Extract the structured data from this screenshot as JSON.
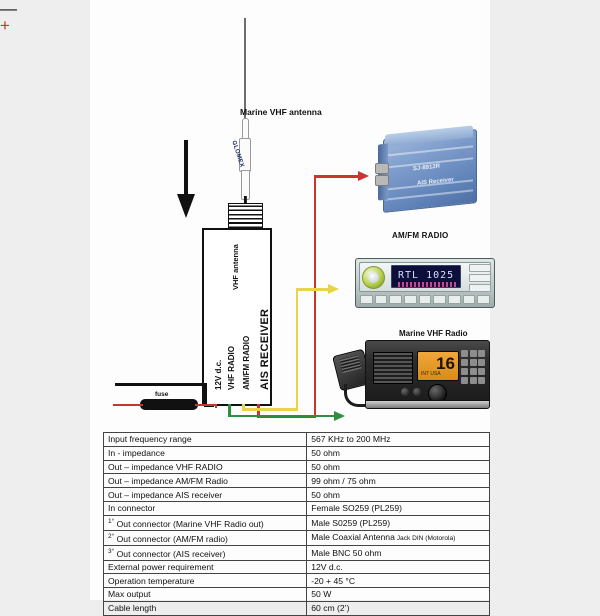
{
  "diagram": {
    "labels": {
      "marine_vhf_antenna": "Marine VHF antenna",
      "amfm_radio": "AM/FM RADIO",
      "marine_vhf_radio": "Marine VHF Radio",
      "fuse": "fuse",
      "plus": "+",
      "minus": "—"
    },
    "splitter": {
      "port_power": "12V d.c.",
      "port_vhf_radio": "VHF RADIO",
      "port_amfm_radio": "AM/FM  RADIO",
      "title": "AIS RECEIVER",
      "antenna_port": "VHF antenna"
    },
    "antenna": {
      "brand": "GLOMEX"
    },
    "ais_device": {
      "model": "SJ-8912R",
      "subtitle": "AIS Receiver"
    },
    "amfm_device": {
      "display": "RTL 1025"
    },
    "vhf_device": {
      "channel": "16",
      "display_sub": "INT USA"
    },
    "wire_colors": {
      "ais": "#c9352f",
      "amfm": "#e8d44a",
      "vhf": "#2f8f3e",
      "positive": "#c9352f",
      "negative": "#111111"
    }
  },
  "spec_table": {
    "rows": [
      {
        "label": "Input frequency range",
        "value": "567 KHz to 200 MHz"
      },
      {
        "label": "In - impedance",
        "value": "50 ohm"
      },
      {
        "label": "Out – impedance VHF RADIO",
        "value": "50 ohm"
      },
      {
        "label": "Out – impedance AM/FM Radio",
        "value": "99 ohm / 75 ohm"
      },
      {
        "label": "Out – impedance AIS receiver",
        "value": "50 ohm"
      },
      {
        "label": "In connector",
        "value": "Female SO259 (PL259)"
      },
      {
        "label": "1° Out connector (Marine VHF Radio out)",
        "value": "Male S0259 (PL259)"
      },
      {
        "label": "2° Out connector (AM/FM radio)",
        "value": "Male Coaxial Antenna",
        "value_small": "Jack DIN (Motorola)"
      },
      {
        "label": "3° Out connector (AIS receiver)",
        "value": "Male BNC 50 ohm"
      },
      {
        "label": "External power requirement",
        "value": "12V d.c."
      },
      {
        "label": "Operation temperature",
        "value": "-20 + 45 °C"
      },
      {
        "label": "Max output",
        "value": "50 W"
      },
      {
        "label": "Cable length",
        "value": "60 cm (2’)"
      }
    ]
  }
}
